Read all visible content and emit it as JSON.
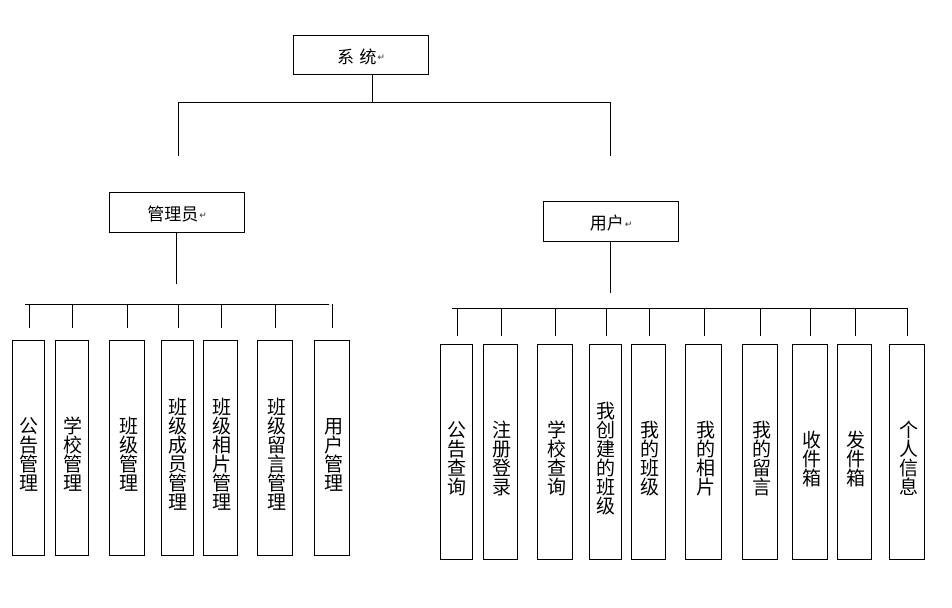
{
  "diagram": {
    "root": {
      "label": "系 统",
      "mark": "↵"
    },
    "admin": {
      "label": "管理员",
      "mark": "↵",
      "children": [
        "公告管理",
        "学校管理",
        "班级管理",
        "班级成员管理",
        "班级相片管理",
        "班级留言管理",
        "用户管理"
      ]
    },
    "user": {
      "label": "用户",
      "mark": "↵",
      "children": [
        "公告查询",
        "注册登录",
        "学校查询",
        "我创建的班级",
        "我的班级",
        "我的相片",
        "我的留言",
        "收件箱",
        "发件箱",
        "个人信息"
      ]
    },
    "line_color": "#000000",
    "box_border_color": "#000000"
  }
}
